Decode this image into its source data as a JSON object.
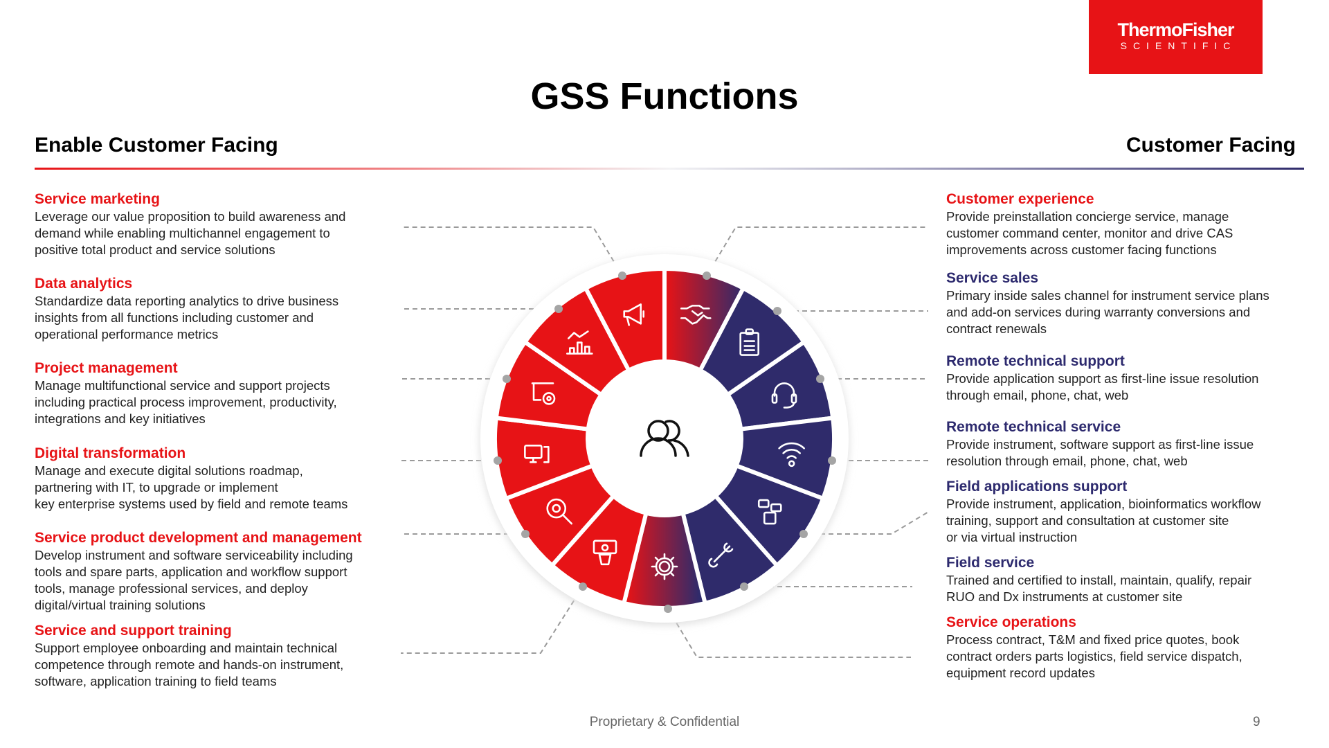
{
  "logo": {
    "line1": "ThermoFisher",
    "line2": "SCIENTIFIC"
  },
  "title": "GSS Functions",
  "headers": {
    "left": "Enable Customer Facing",
    "right": "Customer Facing"
  },
  "left_items": [
    {
      "title": "Service marketing",
      "body": "Leverage our value proposition to build awareness and\ndemand while enabling multichannel engagement to\npositive total product and service solutions"
    },
    {
      "title": "Data analytics",
      "body": "Standardize data reporting analytics to drive business\ninsights from all functions including customer and\noperational performance metrics"
    },
    {
      "title": "Project management",
      "body": "Manage multifunctional service and support projects\nincluding practical process improvement, productivity,\nintegrations and key initiatives"
    },
    {
      "title": "Digital transformation",
      "body": "Manage and execute digital solutions roadmap,\npartnering with IT, to upgrade or implement\nkey enterprise systems used by field and remote teams"
    },
    {
      "title": "Service product development and management",
      "body": "Develop instrument and software serviceability including\ntools and spare parts, application and workflow support\ntools, manage professional services, and deploy\ndigital/virtual training solutions"
    },
    {
      "title": "Service and support training",
      "body": "Support employee onboarding and maintain technical\ncompetence through remote and hands-on instrument,\nsoftware, application training to field teams"
    }
  ],
  "right_items": [
    {
      "title": "Customer experience",
      "accent": "red",
      "body": "Provide preinstallation concierge service, manage\ncustomer command center, monitor and drive CAS\nimprovements across customer facing functions"
    },
    {
      "title": "Service sales",
      "accent": "navy",
      "body": "Primary inside sales channel for instrument service plans\nand add-on services during warranty conversions and\ncontract renewals"
    },
    {
      "title": "Remote technical support",
      "accent": "navy",
      "body": "Provide application support as first-line issue resolution\nthrough email, phone, chat, web"
    },
    {
      "title": "Remote technical service",
      "accent": "navy",
      "body": "Provide instrument, software support as first-line issue\nresolution through email, phone, chat, web"
    },
    {
      "title": "Field applications support",
      "accent": "navy",
      "body": "Provide instrument, application, bioinformatics workflow\ntraining, support and consultation at customer site\nor via virtual instruction"
    },
    {
      "title": "Field service",
      "accent": "navy",
      "body": "Trained and certified to install, maintain, qualify, repair\nRUO and Dx instruments at customer site"
    },
    {
      "title": "Service operations",
      "accent": "red",
      "body": "Process contract, T&M and fixed price quotes, book\ncontract orders parts logistics, field service dispatch,\nequipment record updates"
    }
  ],
  "wheel": {
    "center_icon": "people-icon",
    "segments": [
      {
        "icon": "handshake-icon",
        "fill": "gradient"
      },
      {
        "icon": "clipboard-icon",
        "fill": "navy"
      },
      {
        "icon": "headset-icon",
        "fill": "navy"
      },
      {
        "icon": "wifi-icon",
        "fill": "navy"
      },
      {
        "icon": "chat-phone-icon",
        "fill": "navy"
      },
      {
        "icon": "wrench-icon",
        "fill": "navy"
      },
      {
        "icon": "gear-icon",
        "fill": "gradient"
      },
      {
        "icon": "presenter-icon",
        "fill": "red"
      },
      {
        "icon": "search-gear-icon",
        "fill": "red"
      },
      {
        "icon": "computer-icon",
        "fill": "red"
      },
      {
        "icon": "board-gear-icon",
        "fill": "red"
      },
      {
        "icon": "chart-icon",
        "fill": "red"
      },
      {
        "icon": "megaphone-icon",
        "fill": "red"
      }
    ]
  },
  "colors": {
    "red": "#e71316",
    "navy": "#2f2b6b",
    "leader": "#9a9a9a"
  },
  "footer": {
    "text": "Proprietary & Confidential",
    "page": "9"
  }
}
